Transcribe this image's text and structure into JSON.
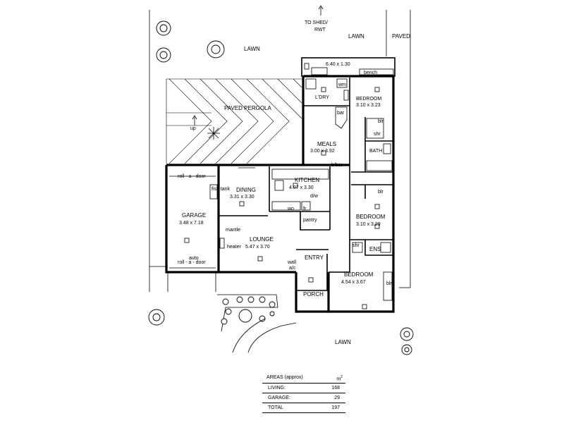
{
  "labels": {
    "to_shed_line1": "TO SHED/",
    "to_shed_line2": "RWT",
    "lawn_top_left": "LAWN",
    "lawn_top_mid": "LAWN",
    "paved_top_right": "PAVED",
    "paved_pergola": "PAVED PERGOLA",
    "up": "up",
    "verandah": "6.40 x 1.30",
    "bench": "bench",
    "wm": "wm",
    "bar": "bar",
    "bbar": "b/bar",
    "blr_1": "blr",
    "blr_2": "blr",
    "blr_3": "blr",
    "shr_1": "shr",
    "shr_2": "shr",
    "fish_tank": "fish tank",
    "roll_a_door_top": "roll - a - door",
    "auto": "auto",
    "roll_a_door_bottom": "roll - a - door",
    "mantle": "mantle",
    "heater": "heater",
    "wall_ac_1": "wall",
    "wall_ac_2": "a/c",
    "wo": "wo",
    "fr": "fr",
    "pantry": "pantry",
    "dw": "d/w",
    "lawn_bottom": "LAWN"
  },
  "rooms": {
    "laundry": {
      "name": "L'DRY"
    },
    "bedroom1": {
      "name": "BEDROOM",
      "dims": "3.10 x 3.23"
    },
    "meals": {
      "name": "MEALS",
      "dims": "3.00 x 3.92"
    },
    "bath": {
      "name": "BATH"
    },
    "kitchen": {
      "name": "KITCHEN",
      "dims": "4.07 x 3.30"
    },
    "dining": {
      "name": "DINING",
      "dims": "3.31 x 3.30"
    },
    "garage": {
      "name": "GARAGE",
      "dims": "3.48 x 7.18"
    },
    "bedroom2": {
      "name": "BEDROOM",
      "dims": "3.10 x 3.29"
    },
    "lounge": {
      "name": "LOUNGE",
      "dims": "5.47 x 3.70"
    },
    "ens": {
      "name": "ENS"
    },
    "entry": {
      "name": "ENTRY"
    },
    "bedroom3": {
      "name": "BEDROOM",
      "dims": "4.54 x 3.67"
    },
    "porch": {
      "name": "PORCH"
    }
  },
  "areas": {
    "title": "AREAS (approx)",
    "unit": "m",
    "unit_exp": "2",
    "rows": [
      {
        "label": "LIVING:",
        "value": "168"
      },
      {
        "label": "GARAGE:",
        "value": "29"
      },
      {
        "label": "TOTAL",
        "value": "197"
      }
    ]
  }
}
